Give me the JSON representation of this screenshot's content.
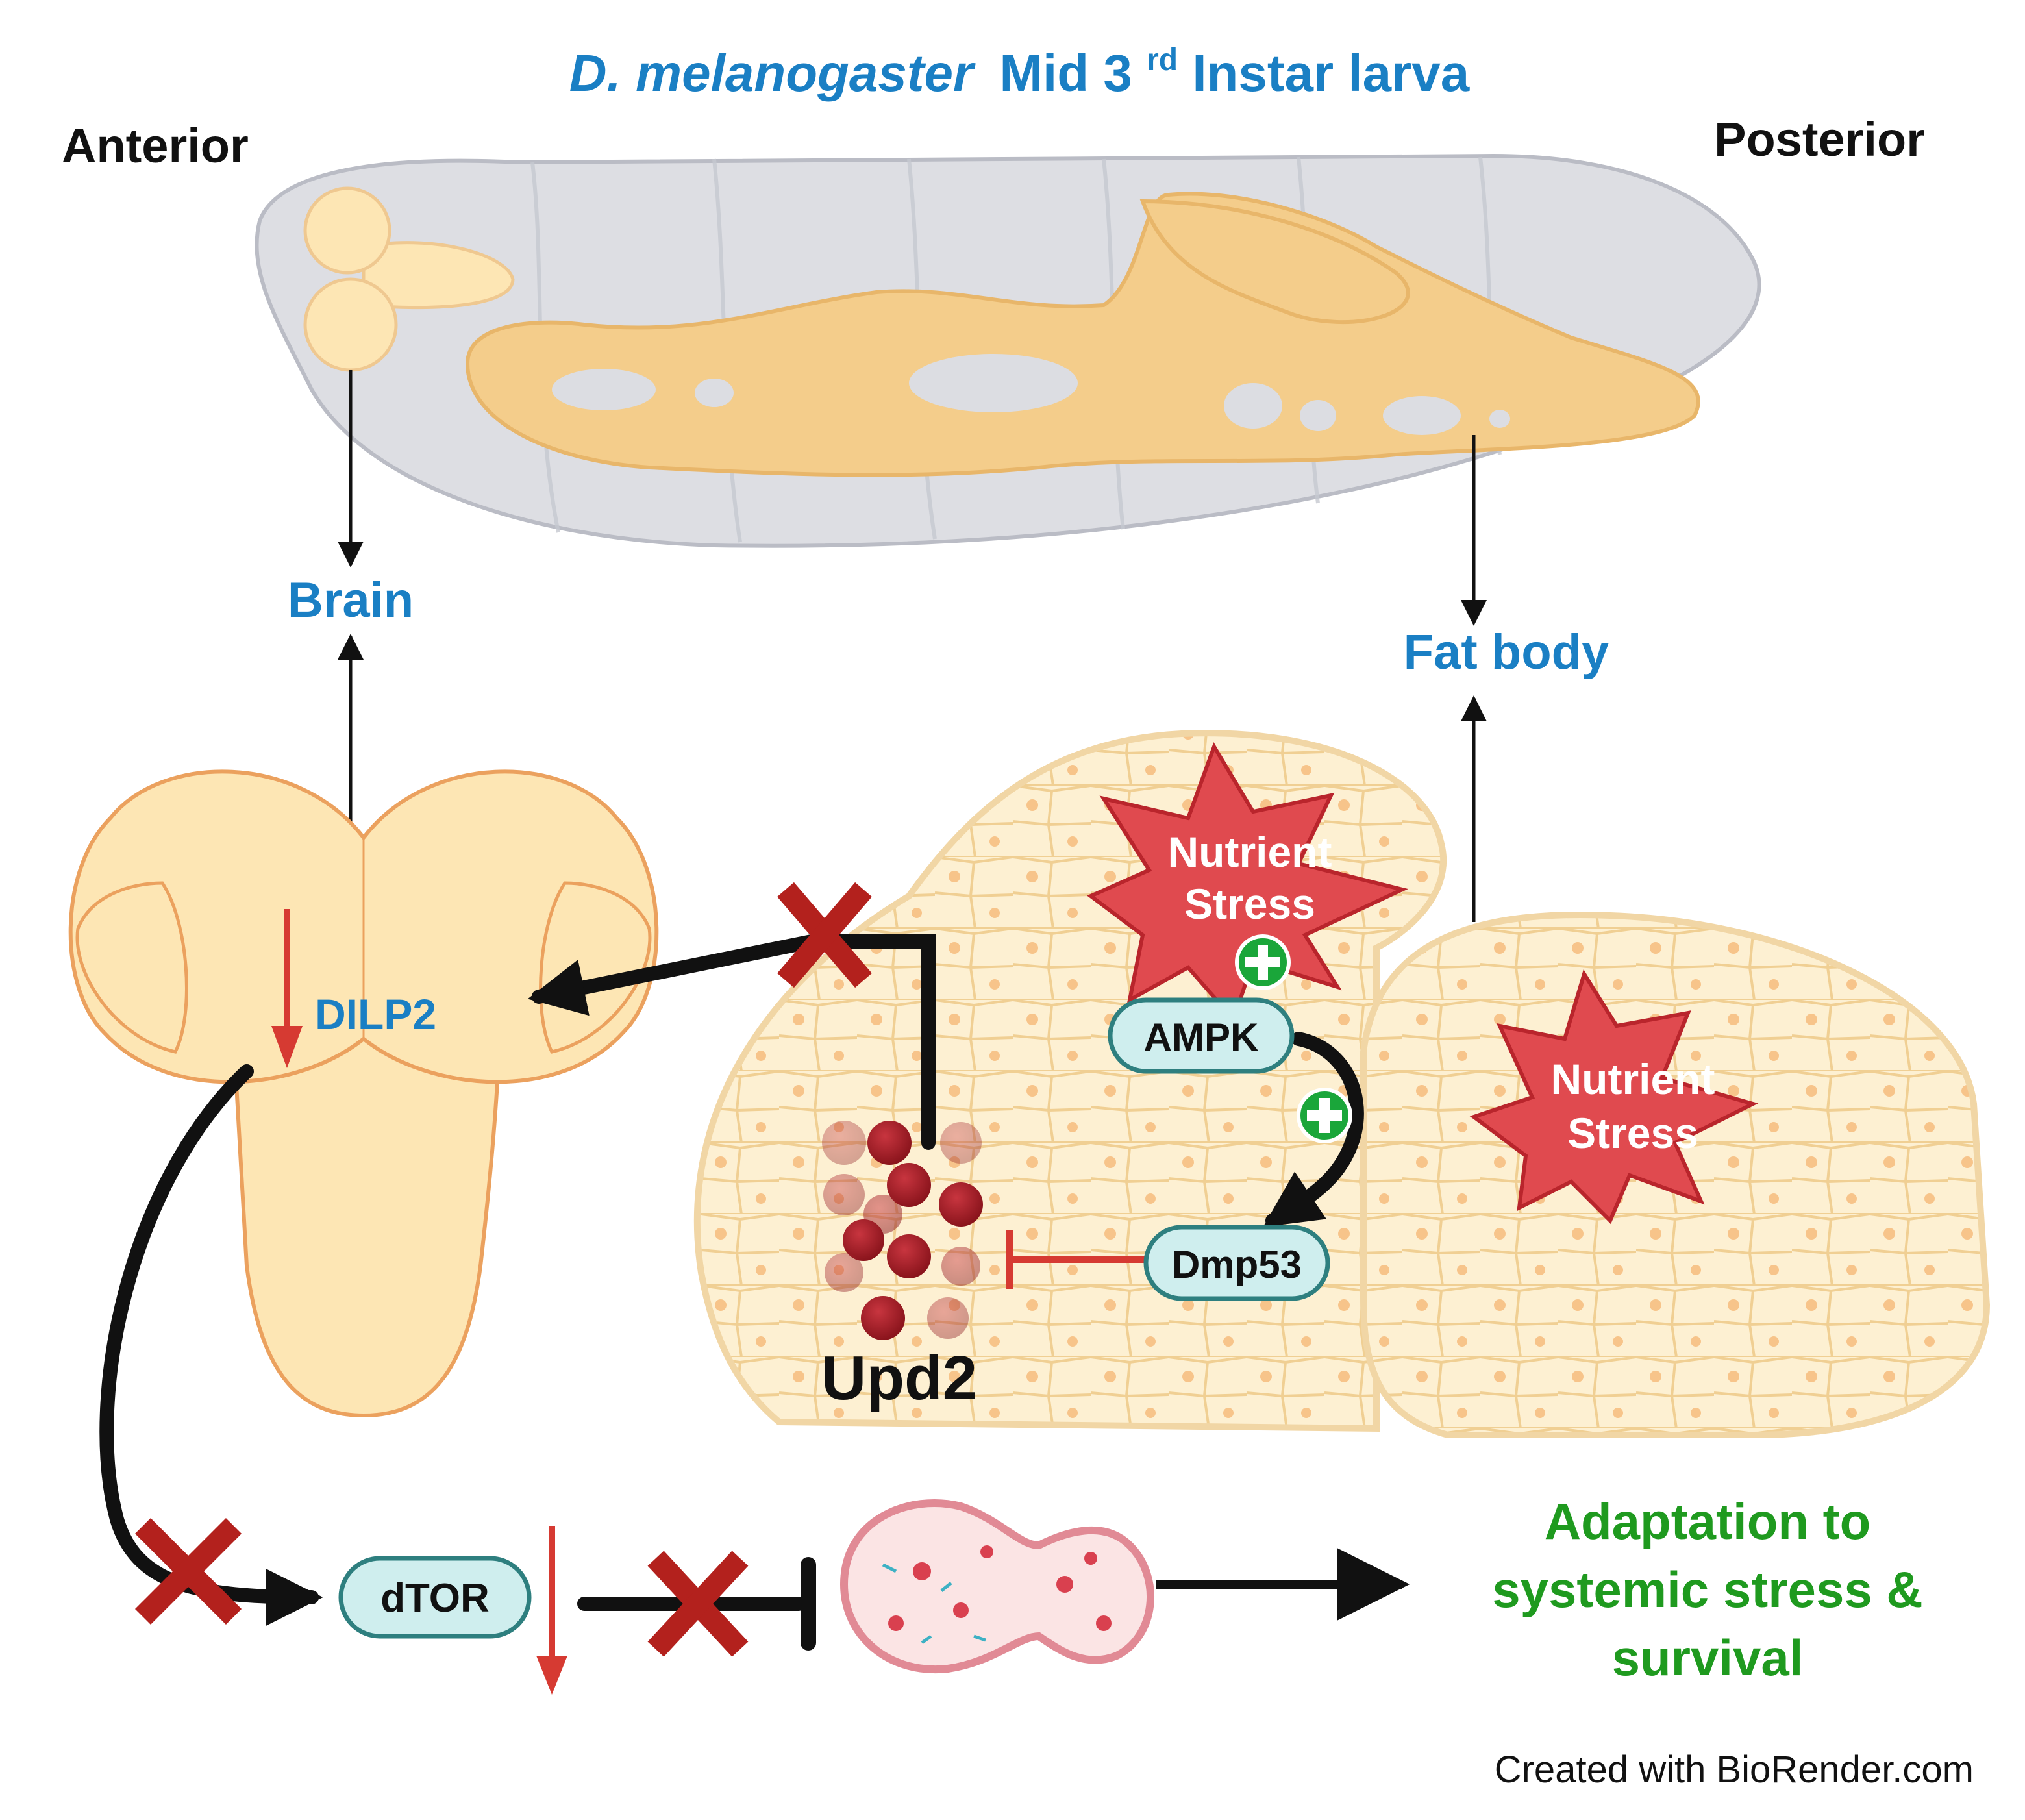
{
  "title": {
    "species": "D. melanogaster",
    "stage": "Mid 3",
    "superscript": "rd",
    "rest": " Instar larva"
  },
  "orientation": {
    "anterior": "Anterior",
    "posterior": "Posterior"
  },
  "organs": {
    "brain": "Brain",
    "fat_body": "Fat body"
  },
  "molecules": {
    "dilp2": "DILP2",
    "ampk": "AMPK",
    "dmp53": "Dmp53",
    "upd2": "Upd2",
    "dtor": "dTOR"
  },
  "stress": {
    "line1": "Nutrient",
    "line2": "Stress"
  },
  "outcome": {
    "line1": "Adaptation to",
    "line2": "systemic stress &",
    "line3": "survival"
  },
  "credit": "Created with BioRender.com",
  "colors": {
    "title_blue": "#1a7fc4",
    "outcome_green": "#1f9a1f",
    "stress_red": "#e04a4f",
    "block_red": "#b3211d",
    "plus_green": "#1aa63a",
    "pill_fill": "#cfeeee",
    "pill_stroke": "#2e7f7f",
    "tissue": "#fdf0d2",
    "brain_fill": "#fde6b4",
    "brain_stroke": "#eba15e",
    "fat_orange": "#f5d08f"
  }
}
